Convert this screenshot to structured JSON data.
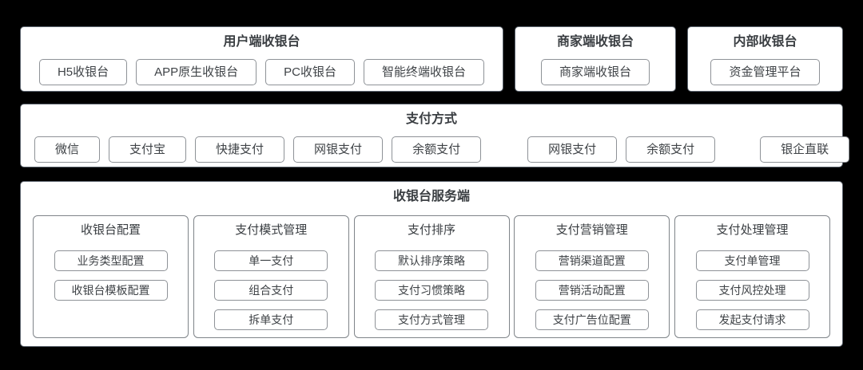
{
  "colors": {
    "background": "#000000",
    "panel": "#ffffff",
    "panel_border": "#5c646e",
    "node_border": "#8e9297",
    "text": "#3f4347"
  },
  "top_sections": [
    {
      "title": "用户端收银台",
      "items": [
        "H5收银台",
        "APP原生收银台",
        "PC收银台",
        "智能终端收银台"
      ]
    },
    {
      "title": "商家端收银台",
      "items": [
        "商家端收银台"
      ]
    },
    {
      "title": "内部收银台",
      "items": [
        "资金管理平台"
      ]
    }
  ],
  "payment_section": {
    "title": "支付方式",
    "groups": [
      {
        "items": [
          "微信",
          "支付宝",
          "快捷支付",
          "网银支付",
          "余额支付"
        ]
      },
      {
        "items": [
          "网银支付",
          "余额支付"
        ]
      },
      {
        "items": [
          "银企直联"
        ]
      }
    ]
  },
  "server_section": {
    "title": "收银台服务端",
    "columns": [
      {
        "title": "收银台配置",
        "items": [
          "业务类型配置",
          "收银台模板配置"
        ]
      },
      {
        "title": "支付模式管理",
        "items": [
          "单一支付",
          "组合支付",
          "拆单支付"
        ]
      },
      {
        "title": "支付排序",
        "items": [
          "默认排序策略",
          "支付习惯策略",
          "支付方式管理"
        ]
      },
      {
        "title": "支付营销管理",
        "items": [
          "营销渠道配置",
          "营销活动配置",
          "支付广告位配置"
        ]
      },
      {
        "title": "支付处理管理",
        "items": [
          "支付单管理",
          "支付风控处理",
          "发起支付请求"
        ]
      }
    ]
  }
}
